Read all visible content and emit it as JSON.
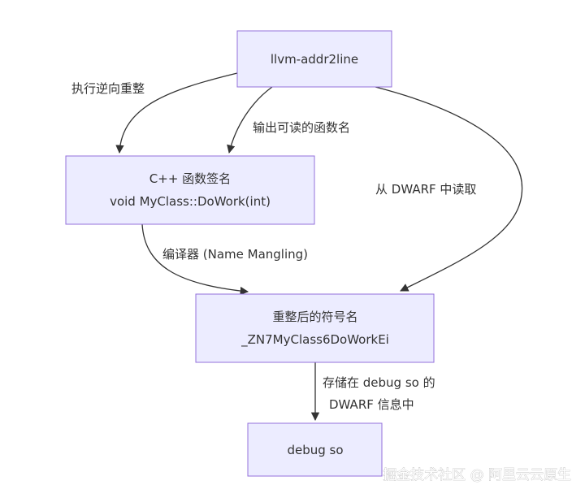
{
  "nodes": {
    "llvm_addr2line": {
      "label": "llvm-addr2line"
    },
    "cpp_signature": {
      "line1": "C++ 函数签名",
      "line2": "void MyClass::DoWork(int)"
    },
    "mangled_name": {
      "line1": "重整后的符号名",
      "line2": "_ZN7MyClass6DoWorkEi"
    },
    "debug_so": {
      "label": "debug so"
    }
  },
  "edges": {
    "demangle": {
      "label": "执行逆向重整"
    },
    "output_readable": {
      "label": "输出可读的函数名"
    },
    "read_dwarf": {
      "label": "从 DWARF 中读取"
    },
    "compiler_mangling": {
      "label": "编译器 (Name Mangling)"
    },
    "store_dwarf": {
      "line1": "存储在 debug so 的",
      "line2": "DWARF 信息中"
    }
  },
  "watermark": {
    "text": "掘金技术社区 @ 阿里云云原生"
  },
  "colors": {
    "node_fill": "#ECECFF",
    "node_stroke": "#9370DB",
    "edge": "#333333",
    "text": "#333333"
  }
}
